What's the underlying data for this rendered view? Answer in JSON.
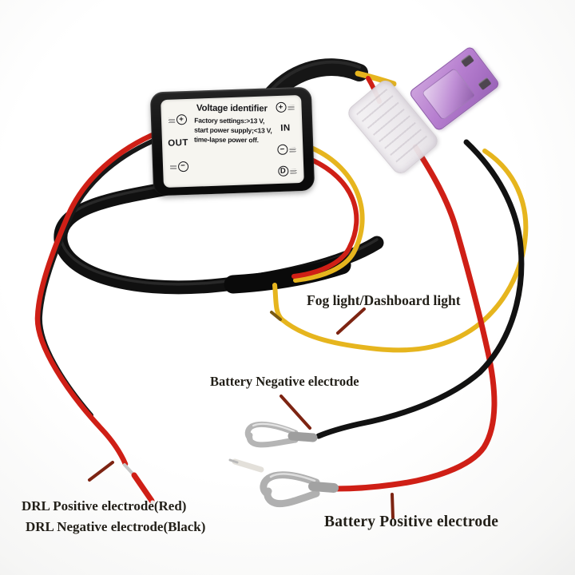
{
  "module": {
    "title": "Voltage identifier",
    "settings_lines": [
      "Factory settings:>13 V,",
      "start power supply;<13 V,",
      "time-lapse power off."
    ],
    "out_label": "OUT",
    "in_label": "IN",
    "plus_symbol": "+",
    "minus_symbol": "−",
    "delay_symbol": "D"
  },
  "annotations": {
    "fog_light": "Fog light/Dashboard light",
    "battery_negative": "Battery Negative electrode",
    "drl_positive": "DRL Positive electrode(Red)",
    "drl_negative": "DRL Negative electrode(Black)",
    "battery_positive": "Battery Positive electrode"
  },
  "colors": {
    "red_wire": "#cf1f16",
    "yellow_wire": "#e6b51e",
    "black_wire": "#141414",
    "fuse_purple": "#b77fd0",
    "arrow": "#7d2412"
  }
}
